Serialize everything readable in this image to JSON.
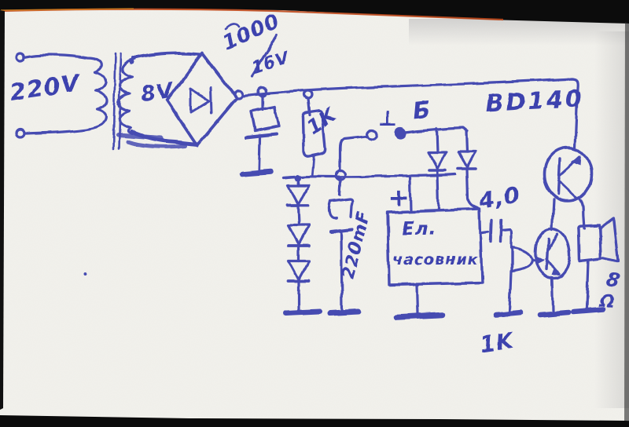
{
  "schematic": {
    "ink_color": "#3c42ae",
    "paper_color": "#f2f1ec",
    "scan_border_color": "#0c0c0c",
    "scan_edge_line_color": "#bf4a1d",
    "components": {
      "transformer": {
        "primary_voltage": "220V",
        "secondary_voltage": "8V"
      },
      "filter_capacitor": {
        "value": "1000",
        "voltage": "16V"
      },
      "series_resistor": {
        "value": "1K"
      },
      "alarm_switch": {
        "ground_label": "⊥",
        "terminal_label": "Б"
      },
      "power_transistor": {
        "part_number": "BD140"
      },
      "clock_module": {
        "polarity_label": "+",
        "name_line1": "Ел.",
        "name_line2": "часовник"
      },
      "reservoir_capacitor": {
        "value": "220mF"
      },
      "coupling_capacitor": {
        "value": "4,0"
      },
      "base_resistor": {
        "value": "1K"
      },
      "speaker": {
        "impedance": "8",
        "impedance_unit": "Ω"
      }
    }
  }
}
